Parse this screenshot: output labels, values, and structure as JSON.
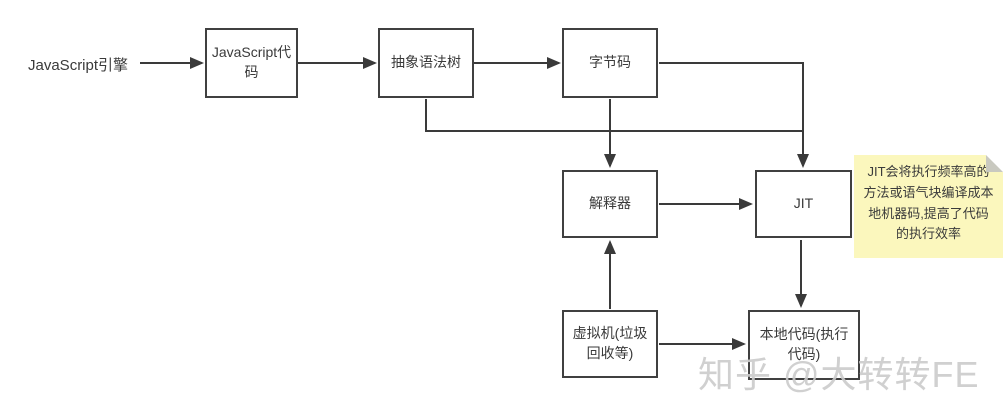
{
  "diagram": {
    "source_label": "JavaScript引擎",
    "nodes": {
      "js_code": "JavaScript代码",
      "ast": "抽象语法树",
      "bytecode": "字节码",
      "interpreter": "解释器",
      "jit": "JIT",
      "vm": "虚拟机(垃圾回收等)",
      "native_code": "本地代码(执行代码)"
    },
    "note": {
      "text": "JIT会将执行频率高的方法或语气块编译成本地机器码,提高了代码的执行效率"
    },
    "watermark": "知乎 @大转转FE",
    "colors": {
      "box_border": "#404040",
      "arrow": "#3a3a3a",
      "note_bg": "#fbf7bd",
      "note_fold": "#c9c9c0",
      "text": "#3a3a3a",
      "watermark": "#cbcbcb"
    }
  }
}
